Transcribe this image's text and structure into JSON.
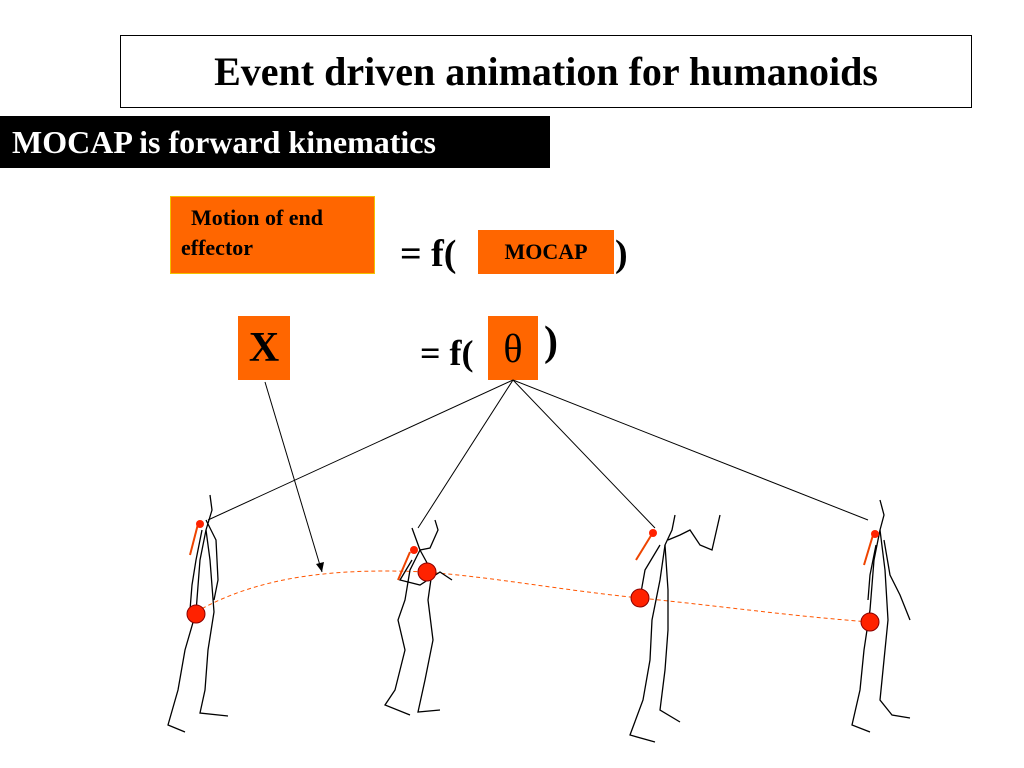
{
  "slide": {
    "title": "Event driven animation for humanoids",
    "subtitle": "MOCAP is forward kinematics"
  },
  "equation1": {
    "box_line1": "Motion of end",
    "box_line2": "effector",
    "equals": "= f(",
    "argument": "MOCAP",
    "close": ")"
  },
  "equation2": {
    "variable": "X",
    "equals": "= f(",
    "argument": "θ",
    "close": ")"
  },
  "colors": {
    "accent": "#ff6600",
    "marker": "#ff2200",
    "limb_highlight": "#ee4400"
  }
}
